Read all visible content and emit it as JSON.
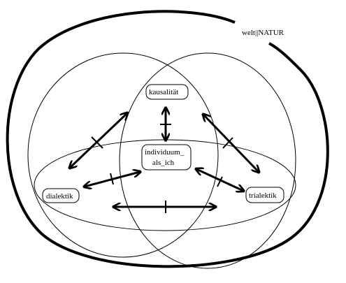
{
  "diagram": {
    "world_label": "welt||NATUR",
    "nodes": {
      "kausalitaet": "kausalität",
      "individuum_line1": "individuum_",
      "individuum_line2": "als_ich",
      "dialektik": "dialektik",
      "trialektik": "trialektik"
    }
  },
  "colors": {
    "stroke": "#000000",
    "background": "#ffffff"
  }
}
